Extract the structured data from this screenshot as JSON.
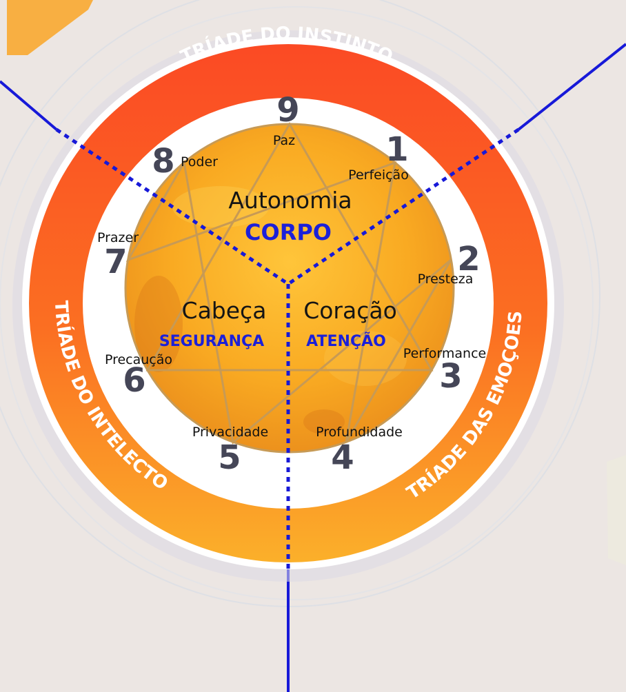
{
  "triads": {
    "instinto": "TRÍADE DO INSTINTO",
    "intelecto": "TRÍADE DO INTELECTO",
    "emocoes": "TRÍADE DAS EMOÇOES"
  },
  "center": {
    "autonomia": "Autonomia",
    "corpo": "CORPO",
    "cabeca": "Cabeça",
    "seguranca": "SEGURANÇA",
    "coracao": "Coração",
    "atencao": "ATENÇÃO"
  },
  "types": [
    {
      "number": "9",
      "keyword": "Paz"
    },
    {
      "number": "1",
      "keyword": "Perfeição"
    },
    {
      "number": "2",
      "keyword": "Presteza"
    },
    {
      "number": "3",
      "keyword": "Performance"
    },
    {
      "number": "4",
      "keyword": "Profundidade"
    },
    {
      "number": "5",
      "keyword": "Privacidade"
    },
    {
      "number": "6",
      "keyword": "Precaução"
    },
    {
      "number": "7",
      "keyword": "Prazer"
    },
    {
      "number": "8",
      "keyword": "Poder"
    }
  ],
  "colors": {
    "ring_top": "#fb4a24",
    "ring_bottom": "#fbb02a",
    "sun": "#f7a91d",
    "enneagram_lines": "#c79a55",
    "divider_blue": "#1719d8",
    "number_gray": "#454657"
  }
}
